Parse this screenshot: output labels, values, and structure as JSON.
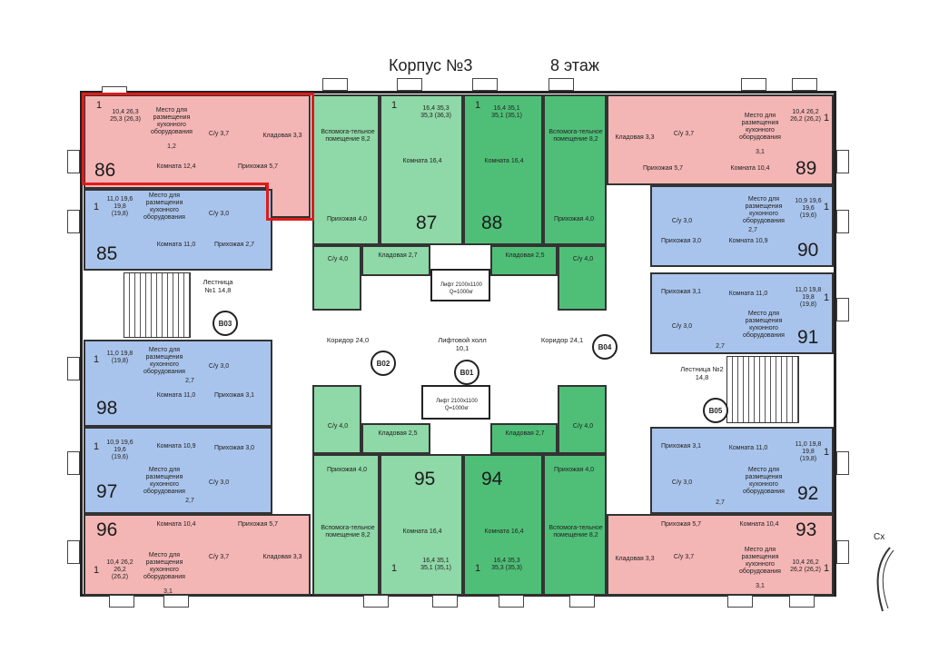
{
  "header": {
    "building": "Корпус №3",
    "floor": "8 этаж"
  },
  "units": {
    "u86": {
      "number": "86",
      "rooms": "1",
      "kitchen": "Место для размещения кухонного оборудования",
      "area": "10,4 26,3 25,3 (26,3)",
      "room": "Комната 12,4",
      "hall": "Прихожая 5,7",
      "bath": "С/у 3,7",
      "store": "Кладовая 3,3",
      "kitchen_area": "1,2"
    },
    "u85": {
      "number": "85",
      "rooms": "1",
      "kitchen": "Место для размещения кухонного оборудования",
      "area": "11,0 19,6 19,8 (19,8)",
      "room": "Комната 11,0",
      "hall": "Прихожая 2,7",
      "bath": "С/у 3,0"
    },
    "u98": {
      "number": "98",
      "rooms": "1",
      "kitchen": "Место для размещения кухонного оборудования",
      "area": "11,0 19,8 (19,8)",
      "room": "Комната 11,0",
      "hall": "Прихожая 3,1",
      "bath": "С/у 3,0",
      "kitchen_area": "2,7"
    },
    "u97": {
      "number": "97",
      "rooms": "1",
      "kitchen": "Место для размещения кухонного оборудования",
      "area": "10,9 19,6 19,6 (19,6)",
      "room": "Комната 10,9",
      "hall": "Прихожая 3,0",
      "bath": "С/у 3,0",
      "kitchen_area": "2,7"
    },
    "u96": {
      "number": "96",
      "rooms": "1",
      "kitchen": "Место для размещения кухонного оборудования",
      "area": "10,4 26,2 26,2 (26,2)",
      "room": "Комната 10,4",
      "hall": "Прихожая 5,7",
      "bath": "С/у 3,7",
      "store": "Кладовая 3,3",
      "kitchen_area": "3,1"
    },
    "u87": {
      "number": "87",
      "rooms": "1",
      "area": "16,4 35,3 35,3 (36,3)",
      "room": "Комната 16,4",
      "aux": "Вспомога-тельное помещение 8,2",
      "hall": "Прихожая 4,0",
      "store": "Кладовая 2,7",
      "bath": "С/у 4,0"
    },
    "u88": {
      "number": "88",
      "rooms": "1",
      "area": "16,4 35,1 35,1 (35,1)",
      "room": "Комната 16,4",
      "aux": "Вспомога-тельное помещение 8,2",
      "hall": "Прихожая 4,0",
      "store": "Кладовая 2,5",
      "bath": "С/у 4,0"
    },
    "u95": {
      "number": "95",
      "rooms": "1",
      "area": "16,4 35,1 35,1 (35,1)",
      "room": "Комната 16,4",
      "aux": "Вспомога-тельное помещение 8,2",
      "hall": "Прихожая 4,0",
      "store": "Кладовая 2,5",
      "bath": "С/у 4,0"
    },
    "u94": {
      "number": "94",
      "rooms": "1",
      "area": "16,4 35,3 35,3 (35,3)",
      "room": "Комната 16,4",
      "aux": "Вспомога-тельное помещение 8,2",
      "hall": "Прихожая 4,0",
      "store": "Кладовая 2,7",
      "bath": "С/у 4,0"
    },
    "u89": {
      "number": "89",
      "rooms": "1",
      "kitchen": "Место для размещения кухонного оборудования",
      "area": "10,4 26,2 26,2 (26,2)",
      "room": "Комната 10,4",
      "hall": "Прихожая 5,7",
      "bath": "С/у 3,7",
      "store": "Кладовая 3,3",
      "kitchen_area": "3,1"
    },
    "u90": {
      "number": "90",
      "rooms": "1",
      "kitchen": "Место для размещения кухонного оборудования",
      "area": "10,9 19,6 19,6 (19,6)",
      "room": "Комната 10,9",
      "hall": "Прихожая 3,0",
      "bath": "С/у 3,0",
      "kitchen_area": "2,7"
    },
    "u91": {
      "number": "91",
      "rooms": "1",
      "kitchen": "Место для размещения кухонного оборудования",
      "area": "11,0 19,8 19,8 (19,8)",
      "room": "Комната 11,0",
      "hall": "Прихожая 3,1",
      "bath": "С/у 3,0",
      "kitchen_area": "2,7"
    },
    "u92": {
      "number": "92",
      "rooms": "1",
      "kitchen": "Место для размещения кухонного оборудования",
      "area": "11,0 19,8 19,8 (19,8)",
      "room": "Комната 11,0",
      "hall": "Прихожая 3,1",
      "bath": "С/у 3,0",
      "kitchen_area": "2,7"
    },
    "u93": {
      "number": "93",
      "rooms": "1",
      "kitchen": "Место для размещения кухонного оборудования",
      "area": "10,4 26,2 26,2 (26,2)",
      "room": "Комната 10,4",
      "hall": "Прихожая 5,7",
      "bath": "С/у 3,7",
      "store": "Кладовая 3,3",
      "kitchen_area": "3,1"
    }
  },
  "common": {
    "corridor_left": "Коридор 24,0",
    "corridor_right": "Коридор 24,1",
    "lift_hall": "Лифтовой холл 10,1",
    "stair1": "Лестница №1 14,8",
    "stair2": "Лестница №2 14,8",
    "lift_top": "Лифт 2100х1100 Q=1000кг",
    "lift_bottom": "Лифт 2100х1100 Q=1000кг",
    "codes": {
      "b01": "В01",
      "b02": "В02",
      "b03": "В03",
      "b04": "В04",
      "b05": "В05"
    }
  },
  "edge_text": "Сх"
}
